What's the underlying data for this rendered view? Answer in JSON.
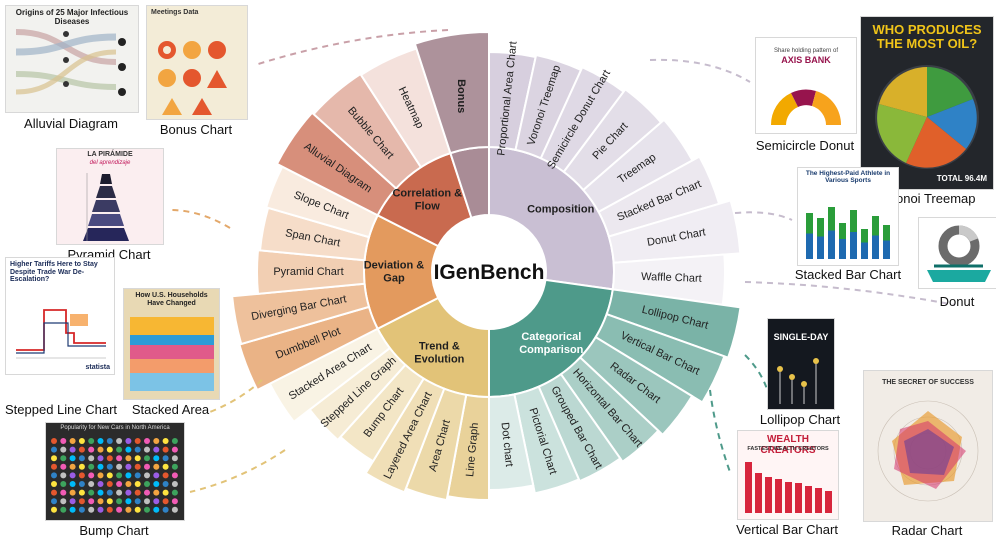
{
  "center_title": "IGenBench",
  "colors": {
    "composition": "#c9bfd3",
    "categorical": "#4e9a8a",
    "trend": "#e2c378",
    "deviation": "#e39a5e",
    "correlation": "#c96a4f",
    "bonus": "#a98c96"
  },
  "categories": [
    {
      "id": "composition",
      "label": "Composition",
      "charts": [
        "Proportional Area Chart",
        "Voronoi Treemap",
        "Semicircle Donut Chart",
        "Pie Chart",
        "Treemap",
        "Stacked Bar Chart",
        "Donut Chart",
        "Waffle Chart"
      ]
    },
    {
      "id": "categorical",
      "label": "Categorical Comparison",
      "charts": [
        "Lollipop Chart",
        "Vertical Bar Chart",
        "Radar Chart",
        "Horizontal Bar Chart",
        "Grouped Bar Chart",
        "Pictorial Chart",
        "Dot chart"
      ]
    },
    {
      "id": "trend",
      "label": "Trend & Evolution",
      "charts": [
        "Line Graph",
        "Area Chart",
        "Layered Area Chart",
        "Bump Chart",
        "Stepped Line Graph",
        "Stacked Area Chart"
      ]
    },
    {
      "id": "deviation",
      "label": "Deviation & Gap",
      "charts": [
        "Dumbbell Plot",
        "Diverging Bar Chart",
        "Pyramid Chart",
        "Span Chart",
        "Slope Chart"
      ]
    },
    {
      "id": "correlation",
      "label": "Correlation & Flow",
      "charts": [
        "Alluvial Diagram",
        "Bubble Chart",
        "Heatmap"
      ]
    },
    {
      "id": "bonus",
      "label": "Bonus",
      "charts": []
    }
  ],
  "examples": {
    "alluvial": {
      "caption": "Alluvial Diagram",
      "title": "Origins of 25 Major Infectious Diseases"
    },
    "bonus": {
      "caption": "Bonus Chart",
      "title": "Meetings Data"
    },
    "pyramid": {
      "caption": "Pyramid Chart",
      "title": "LA PIRÁMIDE",
      "subtitle": "del aprendizaje"
    },
    "stepped": {
      "caption": "Stepped Line Chart",
      "title": "Higher Tariffs Here to Stay Despite Trade War De-Escalation?",
      "brand": "statista"
    },
    "stacked_area": {
      "caption": "Stacked Area",
      "title": "How U.S. Households Have Changed"
    },
    "bump": {
      "caption": "Bump Chart",
      "title": "Popularity for New Cars in North America"
    },
    "semicircle": {
      "caption": "Semicircle Donut",
      "title": "AXIS BANK",
      "subtitle": "Share holding pattern of"
    },
    "voronoi": {
      "caption": "Voronoi Treemap",
      "title": "WHO PRODUCES THE MOST OIL?",
      "total": "TOTAL 96.4M"
    },
    "stacked_bar": {
      "caption": "Stacked Bar Chart",
      "title": "The Highest-Paid Athlete in Various Sports"
    },
    "donut": {
      "caption": "Donut"
    },
    "lollipop": {
      "caption": "Lollipop Chart",
      "title": "SINGLE-DAY"
    },
    "vertical_bar": {
      "caption": "Vertical Bar Chart",
      "title": "WEALTH CREATORS",
      "subtitle": "FASTEST WEALTH CREATORS"
    },
    "radar": {
      "caption": "Radar Chart",
      "title": "THE SECRET OF SUCCESS"
    }
  }
}
